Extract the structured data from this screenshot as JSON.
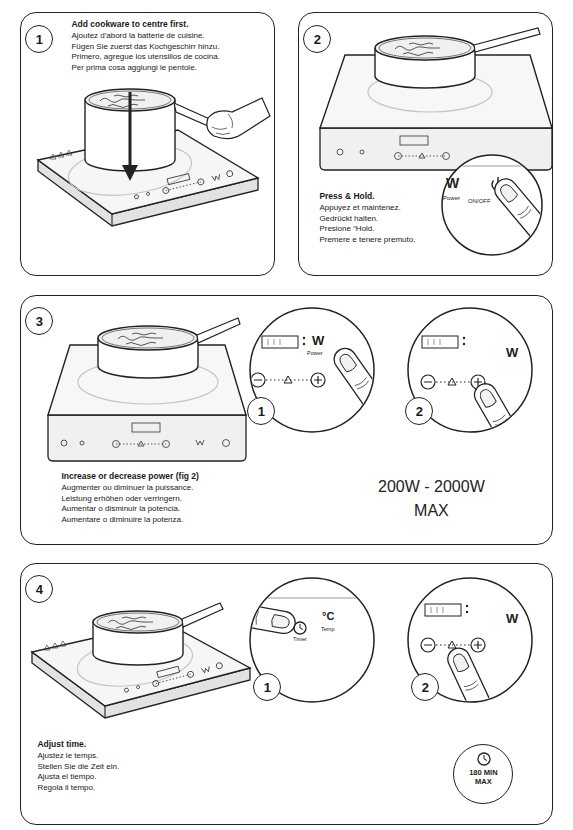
{
  "diagram": {
    "nodes": [
      {
        "text": [
          "Add cookware to centre first.",
          "Ajoutez d'abord la batterie de cuisine.",
          "Fügen Sie zuerst das Kochgeschirr hinzu.",
          "Primero, agregue los utensilios de cocina.",
          "Per prima cosa aggiungi le pentole."
        ]
      },
      {
        "text": [
          "1"
        ],
        "in": 0
      },
      {
        "text": [
          "Press & Hold.",
          "Appuyez et maintenez.",
          "Gedrückt halten.",
          "Presione “Hold.",
          "Premere e tenere premuto."
        ]
      },
      {
        "text": [
          "2"
        ],
        "in": 2
      },
      {
        "text": [
          "Increase or decrease power (fig 2)",
          "Augmenter ou diminuer la puissance.",
          "Leistung erhöhen oder verringern.",
          "Aumentar o disminuir la potencia.",
          "Aumentare o diminuire la potenza.",
          "200W - 2000W",
          "MAX"
        ]
      },
      {
        "text": [
          "3"
        ],
        "in": 4
      },
      {
        "text": [
          "1"
        ],
        "in": 4
      },
      {
        "text": [
          "2"
        ],
        "in": 4
      },
      {
        "text": [
          "Adjust time.",
          "Ajustez le temps.",
          "Stellen Sie die Zeit ein.",
          "Ajusta el tiempo.",
          "Regola il tempo."
        ]
      },
      {
        "text": [
          "4"
        ],
        "in": 8
      },
      {
        "text": [
          "1"
        ],
        "in": 8
      },
      {
        "text": [
          "2"
        ],
        "in": 8
      },
      {
        "text": [
          "180 MIN MAX"
        ],
        "in": 8
      }
    ],
    "labels": [
      "W",
      "Power",
      "ON/OFF",
      "W",
      "Power",
      "W",
      "Timer",
      "°C",
      "Temp",
      "W"
    ]
  }
}
